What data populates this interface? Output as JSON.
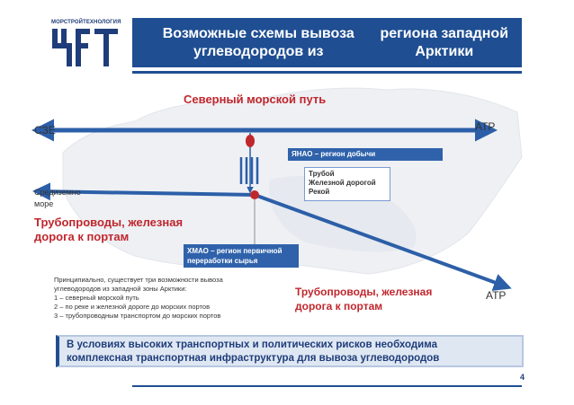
{
  "header": {
    "logo_text": "МОРСТРОЙТЕХНОЛОГИЯ",
    "title_line1": "Возможные схемы  вывоза углеводородов из",
    "title_line2": "региона западной Арктики"
  },
  "diagram": {
    "north_sea_route": "Северный морской путь",
    "sze": "СЗЕ",
    "atr_top": "АТР",
    "atr_bottom": "АТР",
    "med_line1": "Средиземно",
    "med_line2": "море",
    "pipeline_left_line1": "Трубопроводы, железная",
    "pipeline_left_line2": "дорога к портам",
    "pipeline_right_line1": "Трубопроводы, железная",
    "pipeline_right_line2": "дорога к портам",
    "yanao": "ЯНАО – регион  добычи",
    "transport_modes": [
      "Трубой",
      "Железной дорогой",
      "Рекой"
    ],
    "hmao_line1": "ХМАО – регион первичной",
    "hmao_line2": "переработки сырья"
  },
  "note": {
    "lines": [
      "Принципиально, существует три возможности вывоза",
      "углеводородов из западной зоны Арктики:",
      "1 – северный морской путь",
      "2 – по  реке и железной дороге  до морских портов",
      "3 – трубопроводным транспортом до морских портов"
    ]
  },
  "conclusion": {
    "line1": "В условиях высоких транспортных и политических рисков необходима",
    "line2": "комплексная транспортная инфраструктура для вывоза углеводородов"
  },
  "page_number": "4",
  "colors": {
    "brand_blue": "#1f4e92",
    "label_red": "#c0272d",
    "arrow_blue": "#2c5fa8",
    "node_red": "#c0272d"
  }
}
